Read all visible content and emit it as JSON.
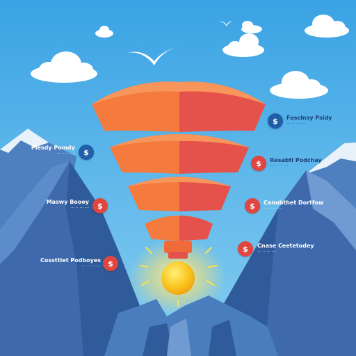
{
  "palette": {
    "sky_top": "#3aa3e4",
    "sky_bottom": "#7cc8ef",
    "mountain_dark": "#2f5b9a",
    "mountain_mid": "#4474b6",
    "mountain_light": "#6f9bd2",
    "snow": "#e9f2fb",
    "tier_left": "#f47a3e",
    "tier_right": "#e5524b",
    "bulb": "#f9c51e",
    "glow": "#ffe36e",
    "badge_blue": "#1f5fa8",
    "badge_red": "#e0463f",
    "cloud": "#ffffff"
  },
  "icons": {
    "badge_glyph": "$"
  },
  "labels": {
    "left_top": {
      "title": "Plesdy Pomdy",
      "sub": "··· ·· ··· ···"
    },
    "left_mid": {
      "title": "Maswy Boooy",
      "sub": "··· ·· ··· ···"
    },
    "left_bottom": {
      "title": "Cossttlet Podboyes",
      "sub": "··· ·· ··· ···"
    },
    "right_top": {
      "title": "Fosclnsy Psidy",
      "sub": "··· ·· ··· ···"
    },
    "right_mid_top": {
      "title": "Resabtl Podchay",
      "sub": "··· ·· ··· ···"
    },
    "right_mid_bottom": {
      "title": "Canubthet Dortfow",
      "sub": "··· ·· ··· ···"
    },
    "right_bottom": {
      "title": "Cnase Ceetetodey",
      "sub": "··· ·· ··· ···"
    }
  }
}
